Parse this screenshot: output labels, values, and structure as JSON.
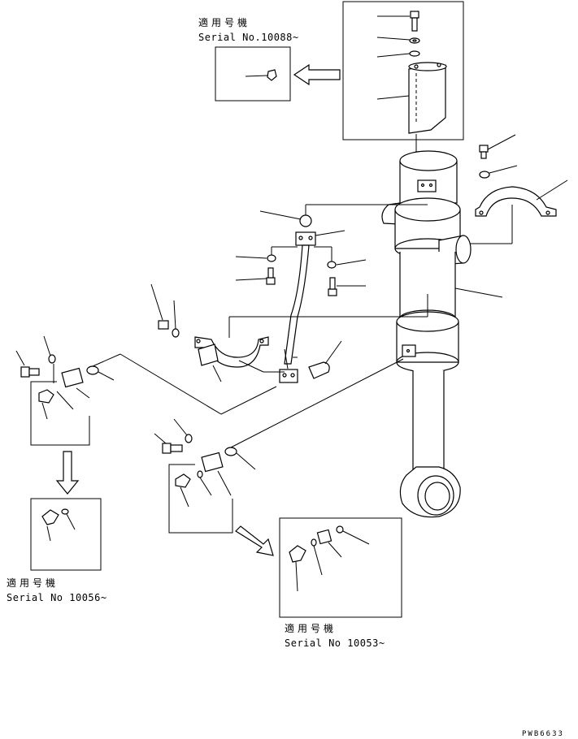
{
  "notes": {
    "top": {
      "title": "適用号機",
      "serial": "Serial No.10088~"
    },
    "bottom_left": {
      "title": "適用号機",
      "serial": "Serial No 10056~"
    },
    "bottom_right": {
      "title": "適用号機",
      "serial": "Serial No 10053~"
    }
  },
  "drawing_code": "PWB6633"
}
